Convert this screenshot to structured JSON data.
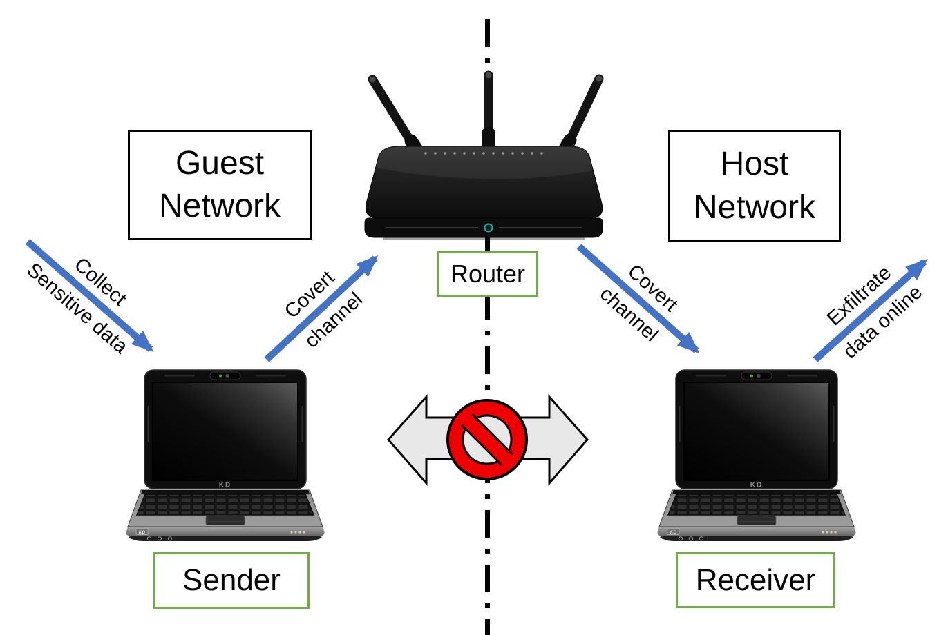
{
  "colors": {
    "arrow_blue": "#4472C4",
    "label_border_green": "#70AD47",
    "prohibition_red": "#EE0000",
    "blocked_arrow_fill": "#E8E8E8",
    "network_border": "#000000"
  },
  "network_zones": {
    "guest": {
      "line1": "Guest",
      "line2": "Network"
    },
    "host": {
      "line1": "Host",
      "line2": "Network"
    }
  },
  "devices": {
    "router_label": "Router",
    "sender_label": "Sender",
    "receiver_label": "Receiver",
    "laptop_brand": "KD"
  },
  "flows": {
    "collect": {
      "line1": "Collect",
      "line2": "Sensitive data"
    },
    "covert_left": {
      "line1": "Covert",
      "line2": "channel"
    },
    "covert_right": {
      "line1": "Covert",
      "line2": "channel"
    },
    "exfiltrate": {
      "line1": "Exfiltrate",
      "line2": "data online"
    }
  }
}
